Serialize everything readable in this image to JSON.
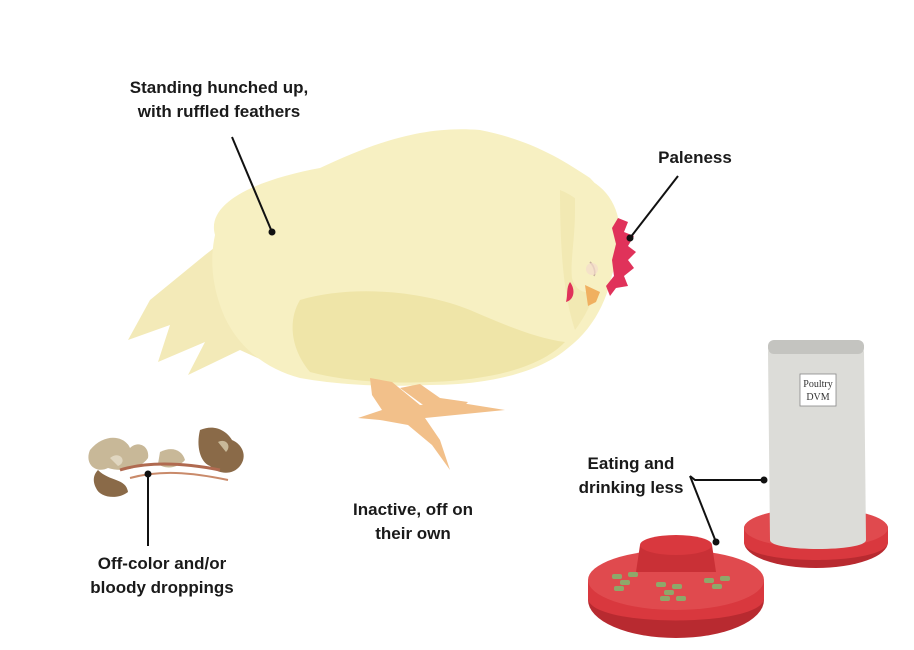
{
  "labels": {
    "hunched": [
      "Standing hunched up,",
      "with ruffled feathers"
    ],
    "paleness": [
      "Paleness"
    ],
    "eating": [
      "Eating and",
      "drinking less"
    ],
    "inactive": [
      "Inactive, off on",
      "their own"
    ],
    "droppings": [
      "Off-color and/or",
      "bloody droppings"
    ]
  },
  "feeder_brand": [
    "Poultry",
    "DVM"
  ],
  "colors": {
    "body": "#f7f0c2",
    "body_shade": "#efe5a8",
    "comb": "#e0325a",
    "legs": "#f2c08a",
    "feeder_red": "#d9383e",
    "feeder_dark": "#b82a30",
    "jar": "#dcdcd8",
    "pellets": "#8ea86a",
    "droppings": "#8a6a48"
  }
}
